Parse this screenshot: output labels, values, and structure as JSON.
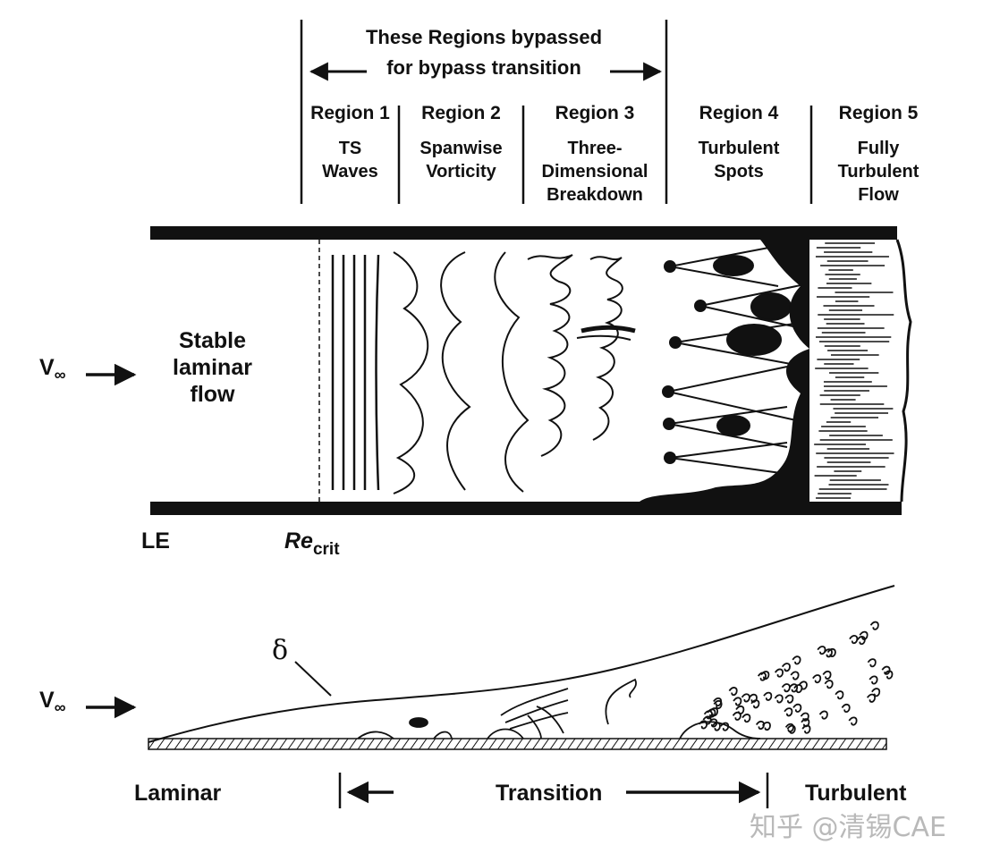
{
  "bypass": {
    "line1": "These Regions bypassed",
    "line2": "for bypass transition"
  },
  "regions": [
    {
      "title": "Region 1",
      "l1": "TS",
      "l2": "Waves",
      "l3": ""
    },
    {
      "title": "Region 2",
      "l1": "Spanwise",
      "l2": "Vorticity",
      "l3": ""
    },
    {
      "title": "Region 3",
      "l1": "Three-",
      "l2": "Dimensional",
      "l3": "Breakdown"
    },
    {
      "title": "Region 4",
      "l1": "Turbulent",
      "l2": "Spots",
      "l3": ""
    },
    {
      "title": "Region 5",
      "l1": "Fully",
      "l2": "Turbulent",
      "l3": "Flow"
    }
  ],
  "top": {
    "v_inf": "V",
    "v_sub": "∞",
    "stable1": "Stable",
    "stable2": "laminar",
    "stable3": "flow",
    "le": "LE",
    "re": "Re",
    "re_sub": "crit"
  },
  "bottom": {
    "v_inf": "V",
    "v_sub": "∞",
    "delta": "δ",
    "laminar": "Laminar",
    "transition": "Transition",
    "turbulent": "Turbulent"
  },
  "watermark": "知乎 @清锡CAE"
}
